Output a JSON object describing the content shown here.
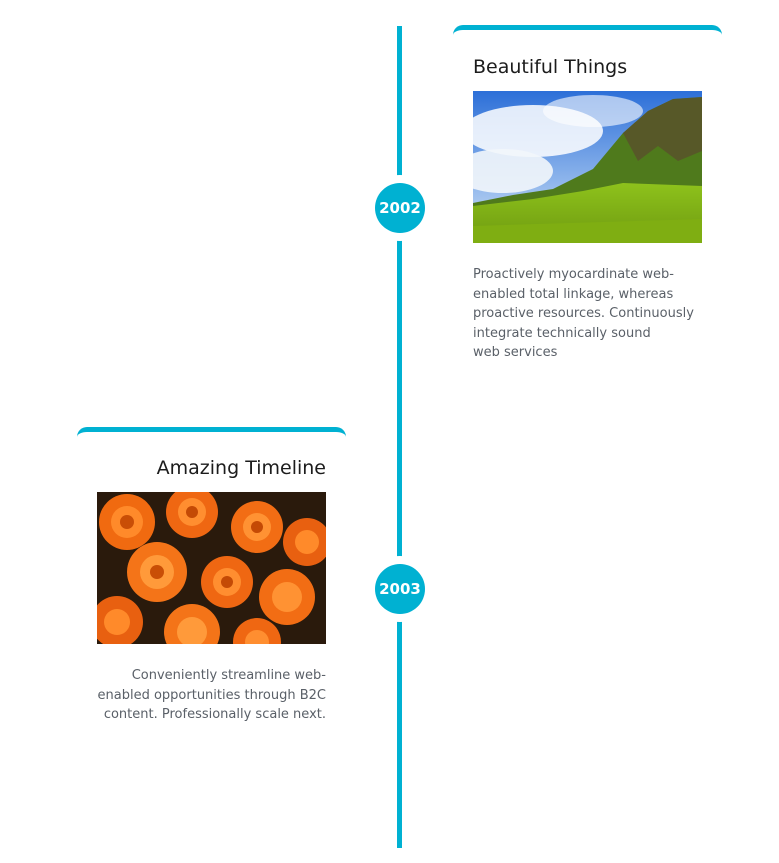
{
  "colors": {
    "accent": "#00b1d2",
    "title": "#1c1c1c",
    "body_text": "#5a6068",
    "background": "#ffffff"
  },
  "timeline": {
    "entries": [
      {
        "year": "2002",
        "side": "right",
        "title": "Beautiful Things",
        "image_subject": "green hillside landscape under cloudy blue sky",
        "text_lines": [
          "Proactively myocardinate web-",
          "enabled total linkage, whereas",
          "proactive resources. Continuously",
          "integrate technically sound",
          "web services"
        ]
      },
      {
        "year": "2003",
        "side": "left",
        "title": "Amazing Timeline",
        "image_subject": "bouquet of orange roses",
        "text_lines": [
          "Conveniently streamline web-",
          "enabled opportunities through B2C",
          "content. Professionally scale next."
        ]
      }
    ]
  }
}
